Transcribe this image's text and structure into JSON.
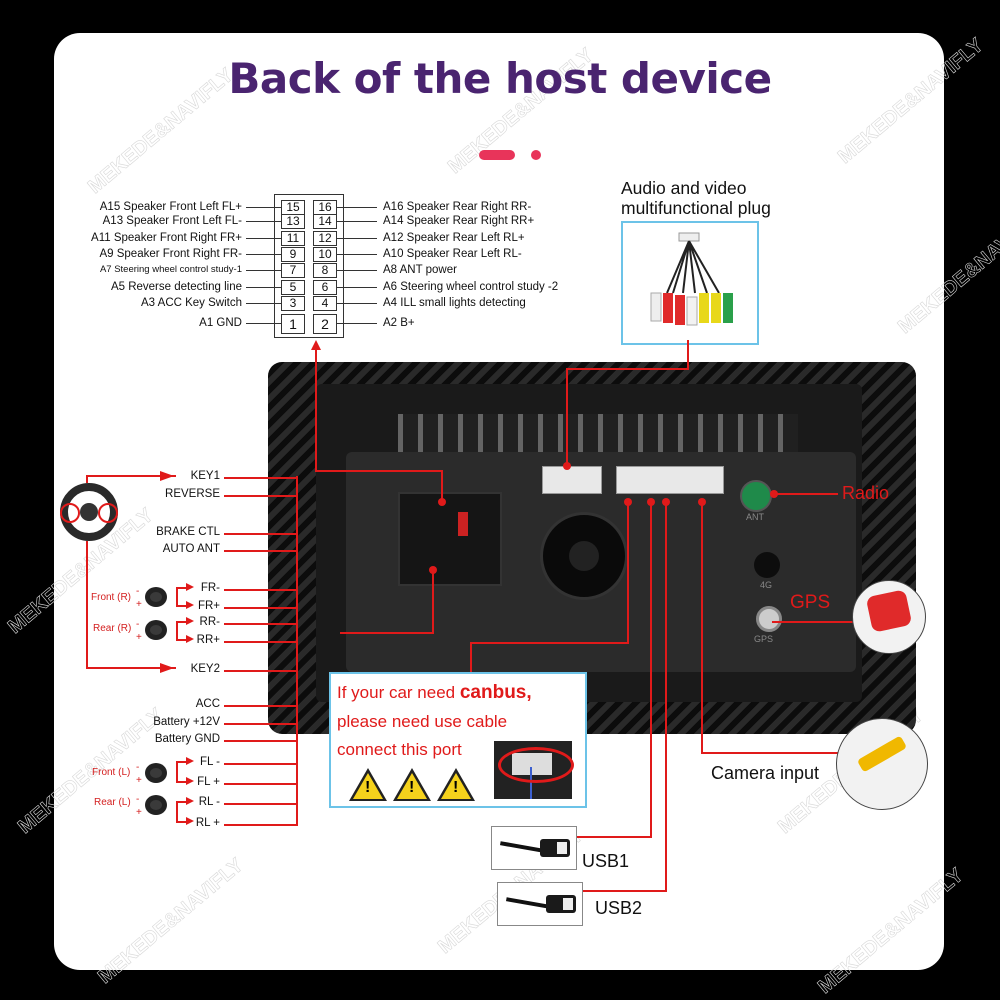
{
  "header": {
    "title": "Back of the host device",
    "accent_color": "#e8345a",
    "title_color": "#4a2470"
  },
  "watermark": "MEKEDE&NAVIFLY",
  "iso_connector": {
    "left_labels": [
      {
        "pin": "15",
        "label": "A15  Speaker Front Left FL+"
      },
      {
        "pin": "13",
        "label": "A13  Speaker Front Left FL-"
      },
      {
        "pin": "11",
        "label": "A11  Speaker Front Right FR+"
      },
      {
        "pin": "9",
        "label": "A9     Speaker Front Right FR-"
      },
      {
        "pin": "7",
        "label": "A7  Steering wheel control study-1"
      },
      {
        "pin": "5",
        "label": "A5   Reverse detecting line"
      },
      {
        "pin": "3",
        "label": "A3 ACC Key Switch"
      },
      {
        "pin": "1",
        "label": "A1 GND"
      }
    ],
    "right_labels": [
      {
        "pin": "16",
        "label": "A16 Speaker Rear Right RR-"
      },
      {
        "pin": "14",
        "label": "A14 Speaker Rear Right RR+"
      },
      {
        "pin": "12",
        "label": "A12 Speaker Rear Left RL+"
      },
      {
        "pin": "10",
        "label": "A10 Speaker Rear Left RL-"
      },
      {
        "pin": "8",
        "label": "A8   ANT power"
      },
      {
        "pin": "6",
        "label": "A6   Steering wheel control study -2"
      },
      {
        "pin": "4",
        "label": "A4   ILL small lights detecting"
      },
      {
        "pin": "2",
        "label": "A2   B+"
      }
    ]
  },
  "av_plug": {
    "title_line1": "Audio and video",
    "title_line2": "multifunctional plug"
  },
  "harness_labels": {
    "key1": "KEY1",
    "reverse": "REVERSE",
    "brake": "BRAKE CTL",
    "auto_ant": "AUTO ANT",
    "fr_minus": "FR-",
    "fr_plus": "FR+",
    "rr_minus": "RR-",
    "rr_plus": "RR+",
    "key2": "KEY2",
    "acc": "ACC",
    "battery12v": "Battery +12V",
    "battery_gnd": "Battery GND",
    "fl_minus": "FL -",
    "fl_plus": "FL +",
    "rl_minus": "RL -",
    "rl_plus": "RL +"
  },
  "speakers": {
    "front_r": "Front (R)",
    "rear_r": "Rear (R)",
    "front_l": "Front (L)",
    "rear_l": "Rear (L)",
    "minus": "-",
    "plus": "+"
  },
  "device_labels": {
    "ant": "ANT",
    "port_4g": "4G",
    "gps": "GPS"
  },
  "callouts": {
    "radio": "Radio",
    "gps": "GPS",
    "camera": "Camera input",
    "usb1": "USB1",
    "usb2": "USB2"
  },
  "canbus_note": {
    "line1_prefix": "If your car need ",
    "line1_bold": "canbus,",
    "line2": "please need use cable",
    "line3": "connect this port",
    "warning_glyph": "!"
  }
}
